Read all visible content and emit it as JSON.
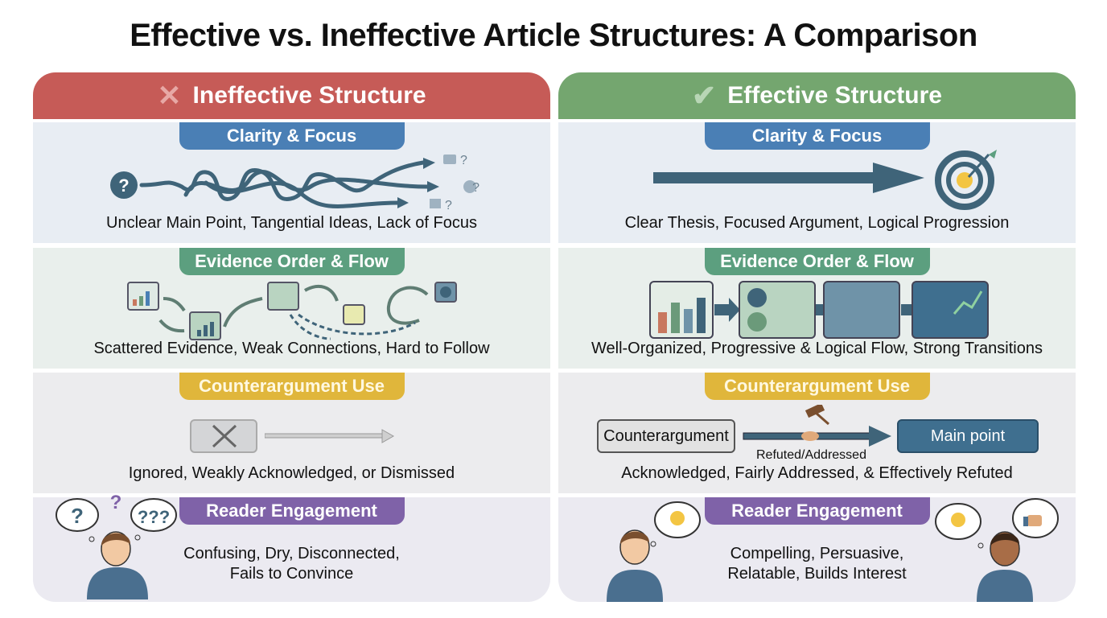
{
  "title": "Effective vs. Ineffective Article Structures: A Comparison",
  "columns": {
    "left": {
      "header": "Ineffective Structure",
      "header_icon": "x-icon",
      "color": "#c65b57",
      "sections": [
        {
          "label": "Clarity & Focus",
          "caption": "Unclear Main Point, Tangential Ideas, Lack of Focus"
        },
        {
          "label": "Evidence Order & Flow",
          "caption": "Scattered Evidence, Weak Connections, Hard to Follow"
        },
        {
          "label": "Counterargument Use",
          "caption": "Ignored, Weakly Acknowledged, or Dismissed"
        },
        {
          "label": "Reader Engagement",
          "caption_line1": "Confusing, Dry, Disconnected,",
          "caption_line2": "Fails to Convince"
        }
      ]
    },
    "right": {
      "header": "Effective Structure",
      "header_icon": "check-icon",
      "color": "#74a66f",
      "sections": [
        {
          "label": "Clarity & Focus",
          "caption": "Clear Thesis, Focused Argument, Logical Progression"
        },
        {
          "label": "Evidence Order & Flow",
          "caption": "Well-Organized, Progressive & Logical Flow, Strong Transitions"
        },
        {
          "label": "Counterargument Use",
          "caption": "Acknowledged, Fairly Addressed, & Effectively Refuted",
          "counter_box": "Counterargument",
          "main_box": "Main point",
          "arrow_label": "Refuted/Addressed"
        },
        {
          "label": "Reader Engagement",
          "caption_line1": "Compelling, Persuasive,",
          "caption_line2": "Relatable, Builds Interest"
        }
      ]
    }
  },
  "glyphs": {
    "x": "✕",
    "check": "✔",
    "question": "?"
  },
  "section_colors": {
    "clarity": "#4a7fb5",
    "evidence": "#5c9f7f",
    "counter": "#e0b63b",
    "engagement": "#7f62a8"
  }
}
